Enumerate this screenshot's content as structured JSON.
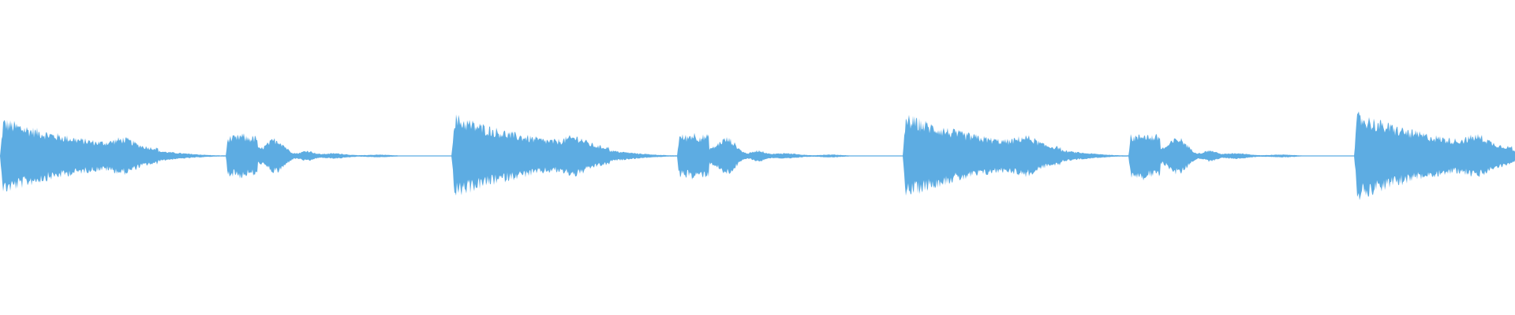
{
  "waveform": {
    "color": "#5dace2",
    "background": "#ffffff",
    "segments": [
      {
        "name": "waveform-segment-1",
        "shape": "long",
        "peak": 0.86
      },
      {
        "name": "waveform-segment-2",
        "shape": "short",
        "peak": 0.52
      },
      {
        "name": "waveform-segment-3",
        "shape": "long",
        "peak": 0.95
      },
      {
        "name": "waveform-segment-4",
        "shape": "short",
        "peak": 0.55
      },
      {
        "name": "waveform-segment-5",
        "shape": "long",
        "peak": 0.95
      },
      {
        "name": "waveform-segment-6",
        "shape": "short",
        "peak": 0.55
      },
      {
        "name": "waveform-segment-7",
        "shape": "long",
        "peak": 1.0
      }
    ]
  }
}
